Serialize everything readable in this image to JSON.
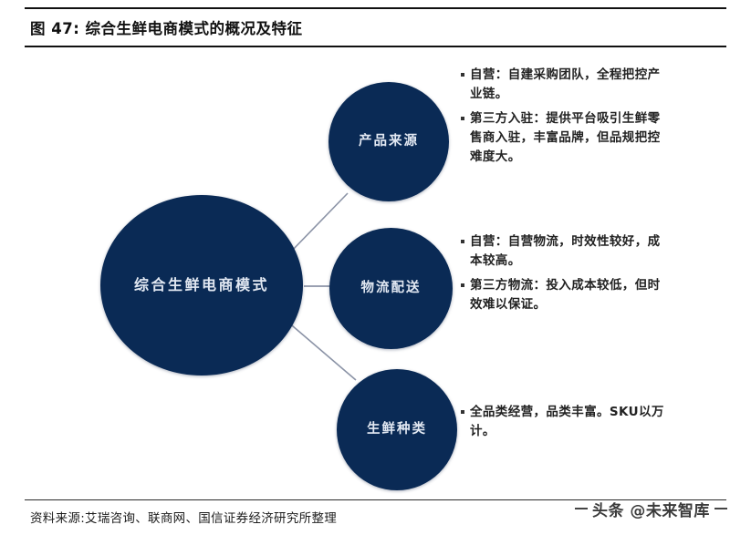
{
  "header": {
    "title": "图 47:  综合生鲜电商模式的概况及特征"
  },
  "diagram": {
    "root": {
      "label": "综合生鲜电商模式"
    },
    "branches": [
      {
        "label": "产品来源",
        "notes": [
          "自营：自建采购团队，全程把控产业链。",
          "第三方入驻：提供平台吸引生鲜零售商入驻，丰富品牌，但品规把控难度大。"
        ]
      },
      {
        "label": "物流配送",
        "notes": [
          "自营：自营物流，时效性较好，成本较高。",
          "第三方物流：投入成本较低，但时效难以保证。"
        ]
      },
      {
        "label": "生鲜种类",
        "notes": [
          "全品类经营，品类丰富。SKU以万计。"
        ]
      }
    ],
    "colors": {
      "node_fill": "#0a2a55",
      "node_label": "#eef3fb",
      "edge": "#8b93a6"
    }
  },
  "footer": {
    "source": "资料来源:艾瑞咨询、联商网、国信证券经济研究所整理"
  },
  "watermark": {
    "text": "头条 @未来智库"
  }
}
